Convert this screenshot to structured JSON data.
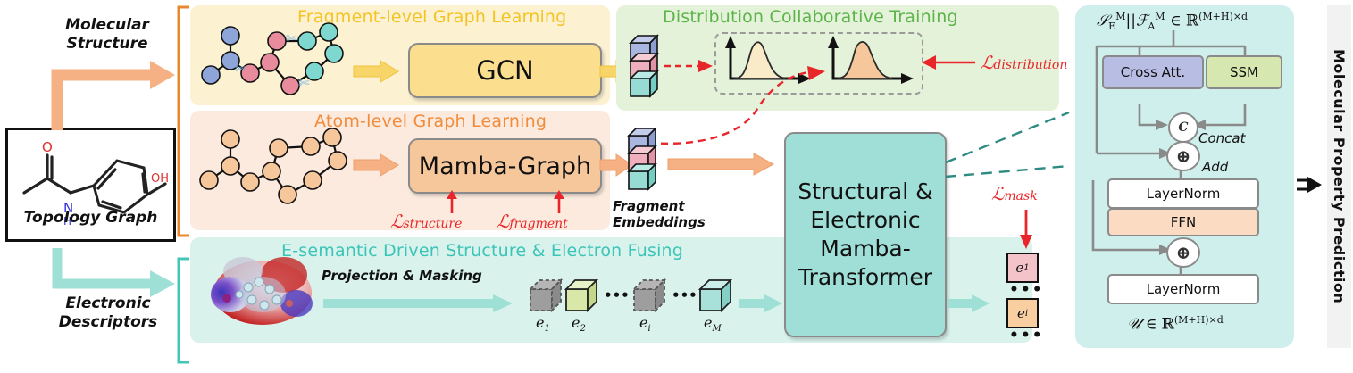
{
  "inputs": {
    "molecular_structure_label": "Molecular\nStructure",
    "electronic_descriptors_label": "Electronic\nDescriptors",
    "topology_graph_label": "Topology Graph"
  },
  "panels": {
    "fragment": {
      "title": "Fragment-level Graph Learning",
      "module": "GCN",
      "bg": "#FCF2D2",
      "title_color": "#F5C324"
    },
    "atom": {
      "title": "Atom-level Graph Learning",
      "module": "Mamba-Graph",
      "bg": "#FBEADD",
      "title_color": "#F28C3C"
    },
    "distribution": {
      "title": "Distribution Collaborative Training",
      "bg": "#E5F2DA",
      "title_color": "#5CB44A"
    },
    "esemantic": {
      "title": "E-semantic Driven Structure & Electron Fusing",
      "subtitle": "Projection & Masking",
      "bg": "#D9F2EC",
      "title_color": "#3BC4B8"
    }
  },
  "losses": {
    "structure": {
      "sym": "ℒ",
      "sub": "structure"
    },
    "fragment": {
      "sym": "ℒ",
      "sub": "fragment"
    },
    "distribution": {
      "sym": "ℒ",
      "sub": "distribution"
    },
    "mask": {
      "sym": "ℒ",
      "sub": "mask"
    },
    "color": "#E8262A"
  },
  "fragment_embeddings_label": "Fragment\nEmbeddings",
  "core_module": {
    "label": "Structural &\nElectronic\nMamba-\nTransformer",
    "bg": "#9FDFD7"
  },
  "electron_tokens": [
    {
      "label": "e",
      "sub": "1",
      "masked": true,
      "color": "#9E9E9E"
    },
    {
      "label": "e",
      "sub": "2",
      "masked": false,
      "color": "#D9E8A8"
    },
    {
      "label": "e",
      "sub": "i",
      "masked": true,
      "color": "#9E9E9E"
    },
    {
      "label": "e",
      "sub": "M",
      "masked": false,
      "color": "#9FDFD7"
    }
  ],
  "output_tokens": [
    {
      "label": "e",
      "sub": "1",
      "color": "#F4C2C9"
    },
    {
      "label": "e",
      "sub": "i",
      "color": "#F9CFA2"
    }
  ],
  "ellipsis": "•••",
  "detail": {
    "input_expr": {
      "lhs": "𝒮",
      "lhs_sub": "E",
      "lhs_sup": "M",
      "sep": "||",
      "rhs": "ℱ",
      "rhs_sub": "A",
      "rhs_sup": "M",
      "in": "∈",
      "space": "ℝ",
      "dim": "(M+H)×d"
    },
    "blocks": [
      {
        "name": "Cross Att.",
        "color": "#B8BDE4"
      },
      {
        "name": "SSM",
        "color": "#D6E8B0"
      },
      {
        "name": "LayerNorm",
        "color": "#FFFFFF"
      },
      {
        "name": "FFN",
        "color": "#FBDCC3"
      },
      {
        "name": "LayerNorm",
        "color": "#FFFFFF"
      }
    ],
    "concat_glyph": "C",
    "concat_label": "Concat",
    "add_glyph": "⊕",
    "add_label": "Add",
    "output_expr": {
      "lhs": "𝒰",
      "in": "∈",
      "space": "ℝ",
      "dim": "(M+H)×d"
    }
  },
  "prediction": {
    "label": "Molecular  Property  Prediction",
    "bg": "#F2F2F2"
  },
  "colors": {
    "orange_arrow": "#F5B183",
    "teal_arrow": "#9FE0D6",
    "yellow_arrow": "#F8D568",
    "red": "#E8262A",
    "dashed_teal": "#2E8B82",
    "node_blue": "#8EA5DA",
    "node_pink": "#E88B9C",
    "node_cyan": "#7FD8CF",
    "node_peach": "#F7C79C"
  },
  "chart_data": {
    "type": "line",
    "title": "Distribution Collaborative Training",
    "series": [
      {
        "name": "fragment-distribution",
        "fill": "#FAEBC8",
        "peak_x": 0.38,
        "skew": "right"
      },
      {
        "name": "atom-distribution",
        "fill": "#F7C79C",
        "peak_x": 0.42,
        "skew": "right"
      }
    ],
    "xlabel": "",
    "ylabel": "",
    "grid": false,
    "legend": "none"
  }
}
